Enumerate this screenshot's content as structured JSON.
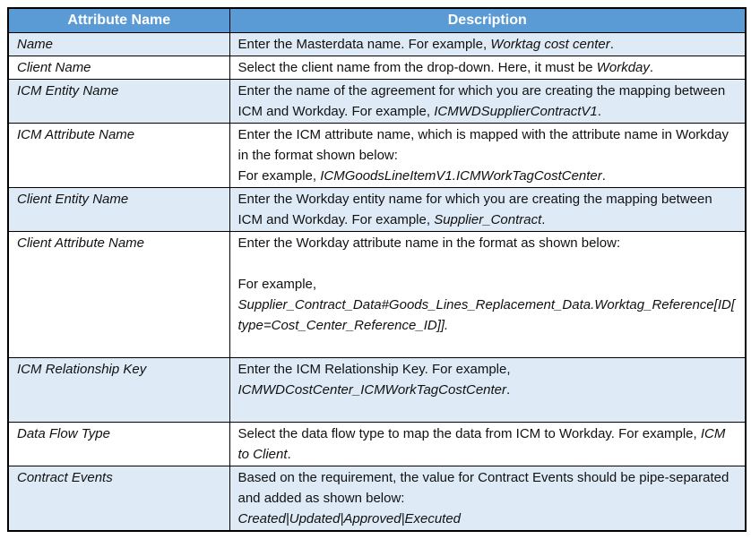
{
  "colors": {
    "header_bg": "#5B9BD5",
    "band_bg": "#DEEBF7",
    "border_color": "#000000",
    "header_text": "#FFFFFF"
  },
  "header": {
    "attribute": "Attribute Name",
    "description": "Description"
  },
  "rows": [
    {
      "attribute": "Name",
      "shaded": true,
      "paragraphs": [
        [
          {
            "t": "Enter the Masterdata name. For example, "
          },
          {
            "t": "Worktag cost center",
            "i": true
          },
          {
            "t": "."
          }
        ]
      ]
    },
    {
      "attribute": "Client Name",
      "shaded": false,
      "paragraphs": [
        [
          {
            "t": "Select the client name from the drop-down. Here, it must be "
          },
          {
            "t": "Workday",
            "i": true
          },
          {
            "t": "."
          }
        ]
      ]
    },
    {
      "attribute": "ICM Entity Name",
      "shaded": true,
      "paragraphs": [
        [
          {
            "t": "Enter the name of the agreement for which you are creating the mapping between ICM and Workday. For example, "
          },
          {
            "t": "ICMWDSupplierContractV1",
            "i": true
          },
          {
            "t": "."
          }
        ]
      ]
    },
    {
      "attribute": "ICM Attribute Name",
      "shaded": false,
      "paragraphs": [
        [
          {
            "t": "Enter the ICM attribute name, which is mapped with the attribute name in Workday in the format shown below:"
          }
        ],
        [
          {
            "t": "For example, "
          },
          {
            "t": "ICMGoodsLineItemV1.ICMWorkTagCostCenter",
            "i": true
          },
          {
            "t": "."
          }
        ]
      ]
    },
    {
      "attribute": "Client Entity Name",
      "shaded": true,
      "paragraphs": [
        [
          {
            "t": "Enter the Workday entity name for which you are creating the mapping between ICM and Workday. For example, "
          },
          {
            "t": "Supplier_Contract",
            "i": true
          },
          {
            "t": "."
          }
        ]
      ]
    },
    {
      "attribute": "Client Attribute Name",
      "shaded": false,
      "paragraphs": [
        [
          {
            "t": "Enter the Workday attribute name in the format as shown below:"
          }
        ],
        [],
        [
          {
            "t": "For example,"
          }
        ],
        [
          {
            "t": "Supplier_Contract_Data#Goods_Lines_Replacement_Data.Worktag_Reference[ID[type=Cost_Center_Reference_ID]].",
            "i": true
          }
        ],
        []
      ]
    },
    {
      "attribute": "ICM Relationship Key",
      "shaded": true,
      "paragraphs": [
        [
          {
            "t": "Enter the ICM Relationship Key. For example, "
          },
          {
            "t": "ICMWDCostCenter_ICMWorkTagCostCenter",
            "i": true
          },
          {
            "t": "."
          }
        ],
        []
      ]
    },
    {
      "attribute": "Data Flow Type",
      "shaded": false,
      "paragraphs": [
        [
          {
            "t": "Select the data flow type to map the data from ICM to Workday. For example, "
          },
          {
            "t": "ICM to Client",
            "i": true
          },
          {
            "t": "."
          }
        ]
      ]
    },
    {
      "attribute": "Contract Events",
      "shaded": true,
      "paragraphs": [
        [
          {
            "t": "Based on the requirement, the value for Contract Events should be pipe-separated and added as shown below:"
          }
        ],
        [
          {
            "t": "Created|Updated|Approved|Executed",
            "i": true
          }
        ]
      ]
    }
  ]
}
